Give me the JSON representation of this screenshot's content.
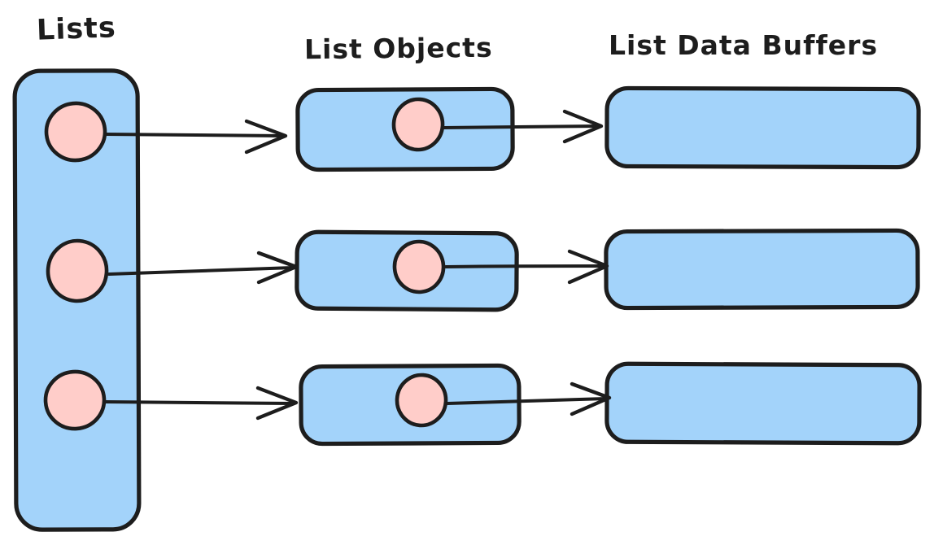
{
  "titles": {
    "lists": "Lists",
    "list_objects": "List Objects",
    "list_data_buffers": "List Data Buffers"
  },
  "colors": {
    "background": "#ffffff",
    "box_fill": "#a3d3fa",
    "circle_fill": "#ffcdc9",
    "stroke": "#1d1d1d",
    "text": "#1d1d1d"
  },
  "structure": {
    "style": "hand-drawn sketch",
    "lists_box": {
      "pointer_count": 3
    },
    "list_object_count": 3,
    "list_data_buffer_count": 3,
    "arrows": [
      {
        "from": "lists-pointer-1",
        "to": "list-object-1"
      },
      {
        "from": "list-object-1-pointer",
        "to": "list-data-buffer-1"
      },
      {
        "from": "lists-pointer-2",
        "to": "list-object-2"
      },
      {
        "from": "list-object-2-pointer",
        "to": "list-data-buffer-2"
      },
      {
        "from": "lists-pointer-3",
        "to": "list-object-3"
      },
      {
        "from": "list-object-3-pointer",
        "to": "list-data-buffer-3"
      }
    ]
  }
}
